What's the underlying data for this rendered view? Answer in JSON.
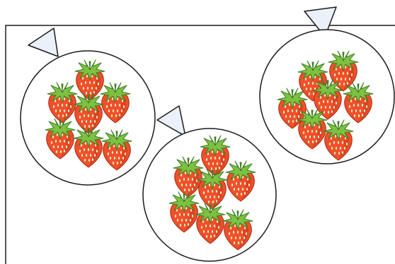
{
  "colors": {
    "background": "#ffffff",
    "frame_stroke": "#1a1a1a",
    "circle_stroke": "#1a1a1a",
    "pointer_fill": "#eaf1fa",
    "pointer_stroke": "#1a1a1a",
    "strawberry_body": "#f0502a",
    "strawberry_dark": "#c9381a",
    "strawberry_seed": "#ffe9c4",
    "leaf": "#7cc242",
    "leaf_dark": "#3f7f22"
  },
  "icons": {
    "pointer": "triangle-pointer-icon",
    "strawberry": "strawberry-icon"
  },
  "groups": [
    {
      "name": "left-group",
      "strawberry_count": 7
    },
    {
      "name": "middle-group",
      "strawberry_count": 7
    },
    {
      "name": "right-group",
      "strawberry_count": 7
    }
  ]
}
